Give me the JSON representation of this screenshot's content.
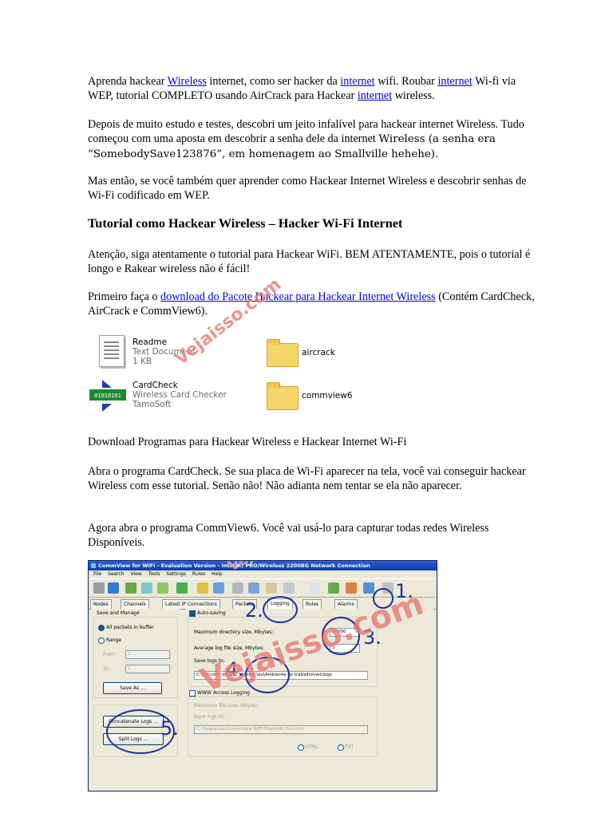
{
  "intro": {
    "t1": "Aprenda hackear ",
    "link1": "Wireless",
    "t2": " internet, como ser hacker da ",
    "link2": "internet",
    "t3": " wifi. Roubar ",
    "link3": "internet",
    "t4": " Wi-fi via WEP, tutorial COMPLETO usando AirCrack para Hackear ",
    "link4": "internet",
    "t5": " wireless."
  },
  "para2": {
    "line": "Depois de muito estudo e testes, descobri um jeito infalível para hackear internet Wireless. Tudo começou com uma aposta em descobrir a senha dele da internet ",
    "mono": "Wireless (a senha era “SomebodySave123876”, em homenagem ao Smallville hehehe)."
  },
  "para3": "Mas então, se você também quer aprender como Hackear Internet Wireless e descobrir senhas de Wi-Fi codificado em WEP.",
  "heading": "Tutorial como Hackear Wireless – Hacker Wi-Fi Internet",
  "para4": "Atenção, siga atentamente o tutorial para Hackear WiFi. BEM ATENTAMENTE, pois o tutorial é longo e Rakear wireless não é fácil!",
  "para5": {
    "t1": "Primeiro faça o ",
    "link": "download do Pacote Hackear para Hackear Internet Wireless",
    "t2": " (Contém CardCheck, AirCrack e CommView6)."
  },
  "files": {
    "readme_name": "Readme",
    "readme_type": "Text Document",
    "readme_size": "1 KB",
    "cardcheck_name": "CardCheck",
    "cardcheck_desc": "Wireless Card Checker",
    "cardcheck_vendor": "TamoSoft",
    "folder1": "aircrack",
    "folder2": "commview6"
  },
  "watermark": "Vejaisso.com",
  "caption1": "Download Programas para Hackear Wireless e Hackear Internet Wi-Fi",
  "para6": "Abra o programa CardCheck. Se sua placa de Wi-Fi aparecer na tela, você vai conseguir hackear Wireless com esse tutorial. Senão não! Não adianta nem tentar se ela não aparecer.",
  "para7": "Agora abra o programa CommView6. Você vai usá-lo para capturar todas redes Wireless Disponíveis.",
  "commview": {
    "title": "CommView for WiFi - Evaluation Version - Intel(R) PRO/Wireless 2200BG Network Connection",
    "menu": [
      "File",
      "Search",
      "View",
      "Tools",
      "Settings",
      "Rules",
      "Help"
    ],
    "tabs": [
      "Nodes",
      "Channels",
      "Latest IP Connections",
      "Packets",
      "Logging",
      "Rules",
      "Alarms"
    ],
    "save_manage": "Save and Manage",
    "all_packets": "All packets in buffer",
    "range": "Range",
    "from": "From:",
    "to": "To:",
    "from_val": "1",
    "to_val": "1",
    "save_as": "Save As ...",
    "concatenate": "Concatenate Logs ...",
    "split": "Split Logs ...",
    "auto_saving": "Auto-saving",
    "max_dir": "Maximum directory size, Mbytes:",
    "max_dir_val": "50000",
    "avg_log": "Average log file size, Mbytes:",
    "avg_log_val": "5",
    "save_logs_to": "Save logs to:",
    "path1": "C:\\Documents and Settings\\eu\\Ambiente de trabalho\\net\\logs",
    "www_logging": "WWW Access Logging",
    "max_file": "Maximum file size, Mbytes:",
    "save_logs_to2": "Save logs to:",
    "path2": "C:\\Programas\\CommView WiFi\\Ofgdir-All Exit.htm",
    "fmt_html": "HTML",
    "fmt_txt": "TXT",
    "annotations": [
      "1.",
      "2.",
      "3.",
      "4.",
      "5."
    ]
  }
}
